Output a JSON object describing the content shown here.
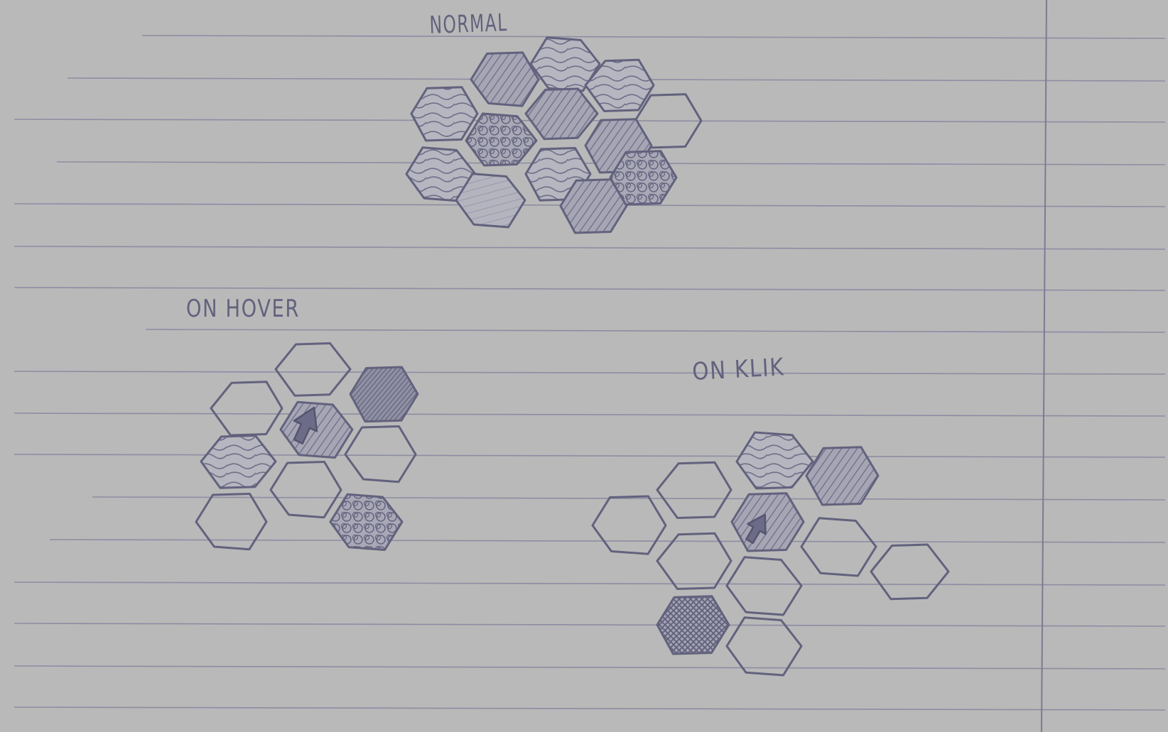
{
  "colors": {
    "paper": "#b9b9b9",
    "rule": "#8a8aa2",
    "ink": "#62627e",
    "ink_light": "#7e7e96",
    "shade": "#9d9dae",
    "dark_shade": "#818196"
  },
  "sketches": [
    {
      "label": "NORMAL"
    },
    {
      "label": "ON HOVER"
    },
    {
      "label": "ON KLIK"
    }
  ]
}
